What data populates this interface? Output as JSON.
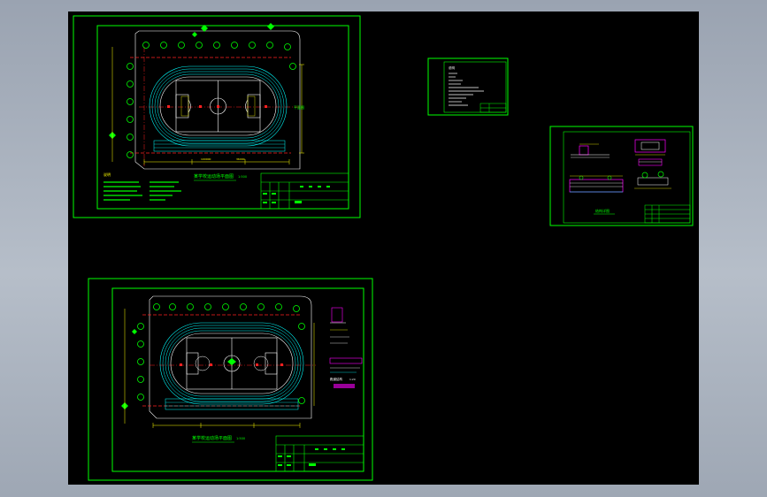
{
  "drawings": {
    "plan_top": {
      "caption": "某学校运动场平面图",
      "scale": "1:500",
      "callout_right": "平面图",
      "legend_heading": "说明"
    },
    "plan_bottom": {
      "caption": "某学校运动场平面图",
      "scale": "1:500",
      "section_title": "跑道结构",
      "section_subtitle": "1:20"
    },
    "notes": {
      "heading": "说明"
    },
    "details": {
      "title": "结构详图"
    }
  },
  "colors": {
    "frame": "#00ff00",
    "field_line": "#ffffff",
    "track": "#00ffff",
    "axis": "#ff2020",
    "dimension": "#ffff00",
    "tree": "#00ff00",
    "highlight": "#ff00ff"
  }
}
